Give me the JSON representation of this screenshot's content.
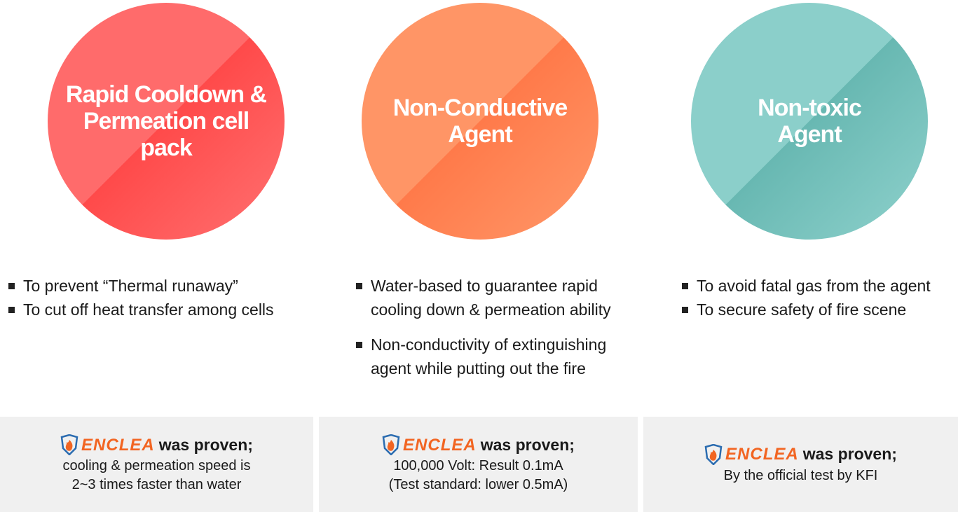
{
  "circles": [
    {
      "title": "Rapid Cooldown & Permeation cell pack",
      "color": "#ff5a5a"
    },
    {
      "title": "Non-Conductive Agent",
      "color": "#ff8757"
    },
    {
      "title": "Non-toxic Agent",
      "color": "#7cc4bf"
    }
  ],
  "lists": [
    [
      "To prevent “Thermal runaway”",
      "To cut off heat transfer among cells"
    ],
    [
      "Water-based to guarantee rapid cooling down & permeation ability",
      "Non-conductivity of extinguishing agent while putting out the fire"
    ],
    [
      "To avoid fatal gas from the agent",
      "To secure safety of fire scene"
    ]
  ],
  "panels": [
    {
      "brand": "ENCLEA",
      "proven": "was proven;",
      "lines": [
        "cooling & permeation speed is",
        "2~3 times faster than water"
      ]
    },
    {
      "brand": "ENCLEA",
      "proven": "was proven;",
      "lines": [
        "100,000 Volt: Result 0.1mA",
        "(Test standard: lower 0.5mA)"
      ]
    },
    {
      "brand": "ENCLEA",
      "proven": "was proven;",
      "lines": [
        "By the official test by KFI"
      ]
    }
  ],
  "colors": {
    "brand": "#f26522",
    "panel_bg": "#f0f0f0"
  }
}
